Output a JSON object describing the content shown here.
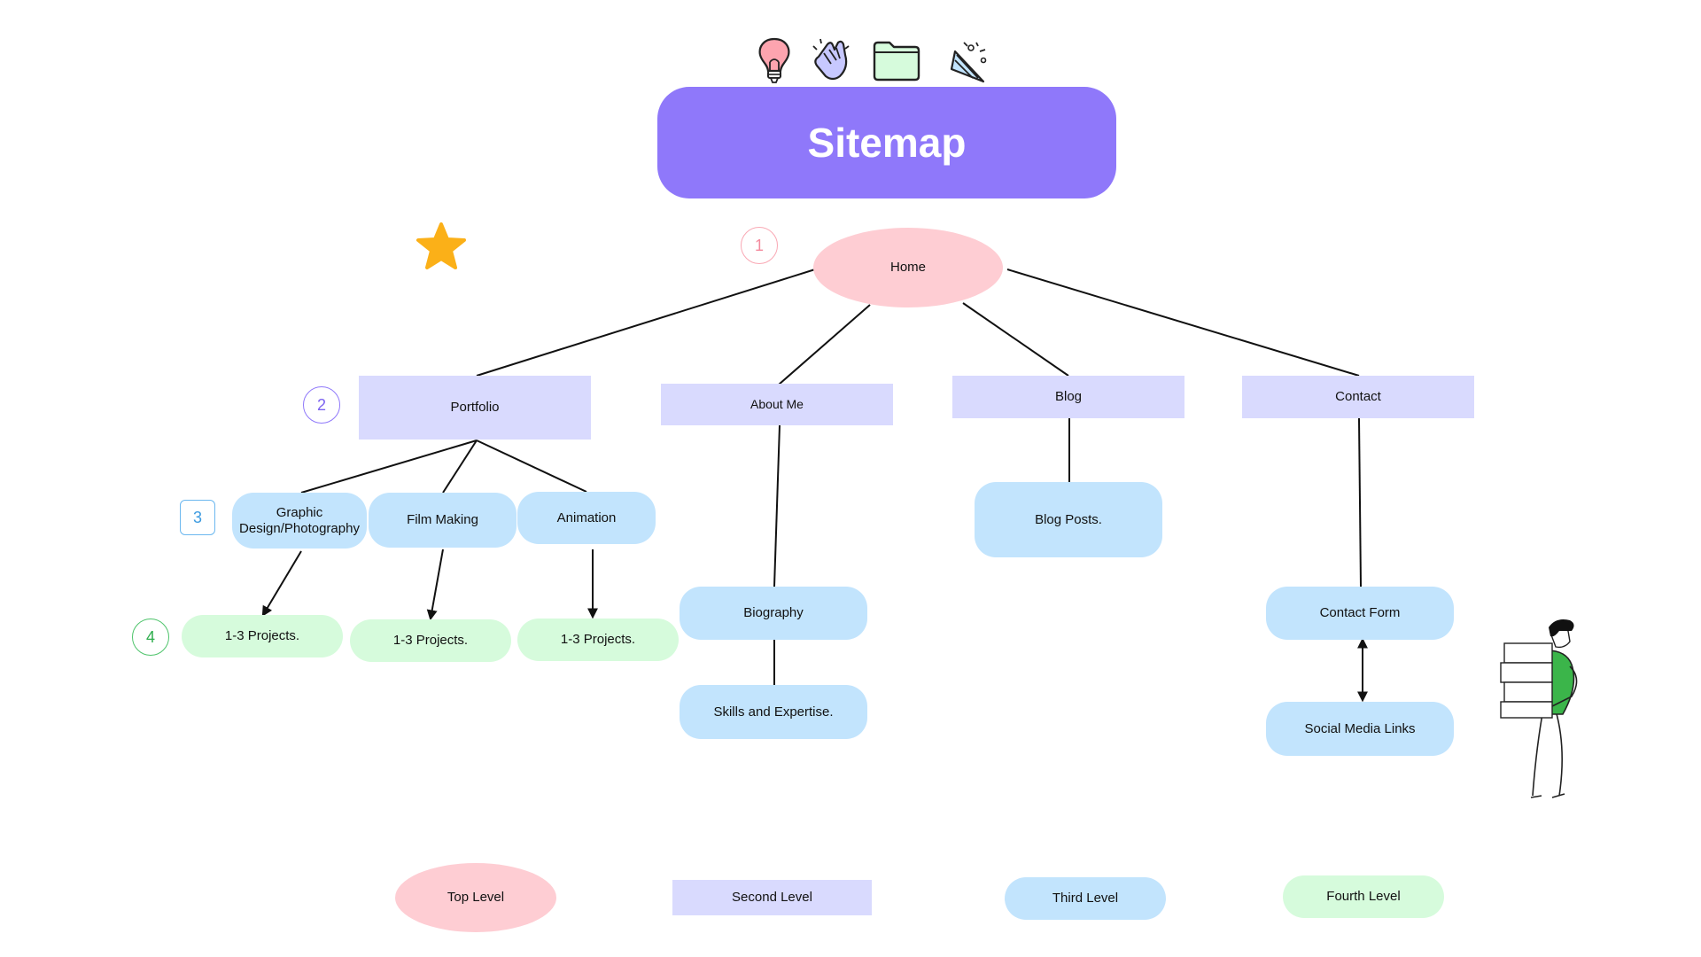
{
  "title": "Sitemap",
  "level_markers": [
    "1",
    "2",
    "3",
    "4"
  ],
  "nodes": {
    "home": "Home",
    "portfolio": "Portfolio",
    "about": "About Me",
    "blog": "Blog",
    "contact": "Contact",
    "graphic": "Graphic Design/Photography",
    "film": "Film Making",
    "animation": "Animation",
    "blog_posts": "Blog Posts.",
    "biography": "Biography",
    "skills": "Skills and Expertise.",
    "contact_form": "Contact Form",
    "social": "Social Media Links",
    "proj_graphic": "1-3 Projects.",
    "proj_film": "1-3 Projects.",
    "proj_animation": "1-3 Projects."
  },
  "legend": {
    "top": "Top Level",
    "second": "Second Level",
    "third": "Third Level",
    "fourth": "Fourth Level"
  },
  "colors": {
    "title": "#8f78fa",
    "level1": "#fecdd3",
    "level2": "#d9dafe",
    "level3": "#c2e4fd",
    "level4": "#d6fbdc",
    "star": "#fbb018"
  },
  "icons": [
    "lightbulb-icon",
    "clapping-hands-icon",
    "folder-icon",
    "party-popper-icon",
    "star-icon",
    "person-carrying-boxes-illustration"
  ]
}
